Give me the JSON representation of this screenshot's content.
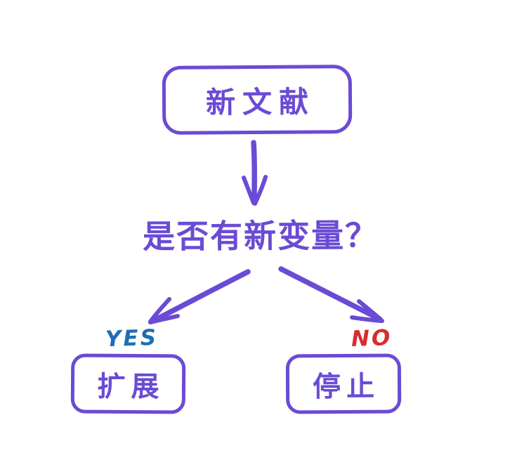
{
  "diagram": {
    "type": "flowchart",
    "style": "hand-drawn",
    "nodes": {
      "start": {
        "label": "新文献",
        "shape": "rounded-rect"
      },
      "decision": {
        "label": "是否有新变量？",
        "shape": "text"
      },
      "expand": {
        "label": "扩展",
        "shape": "rounded-rect"
      },
      "stop": {
        "label": "停止",
        "shape": "rounded-rect"
      }
    },
    "branches": {
      "yes": {
        "label": "YES",
        "target": "expand"
      },
      "no": {
        "label": "NO",
        "target": "stop"
      }
    },
    "edges": [
      {
        "from": "start",
        "to": "decision",
        "arrow": "down"
      },
      {
        "from": "decision",
        "to": "expand",
        "arrow": "down-left",
        "label": "YES"
      },
      {
        "from": "decision",
        "to": "stop",
        "arrow": "down-right",
        "label": "NO"
      }
    ],
    "colors": {
      "stroke_purple": "#6A4BD4",
      "yes_blue": "#1E6EB4",
      "no_red": "#D62D2D",
      "background": "#FFFFFF"
    }
  }
}
